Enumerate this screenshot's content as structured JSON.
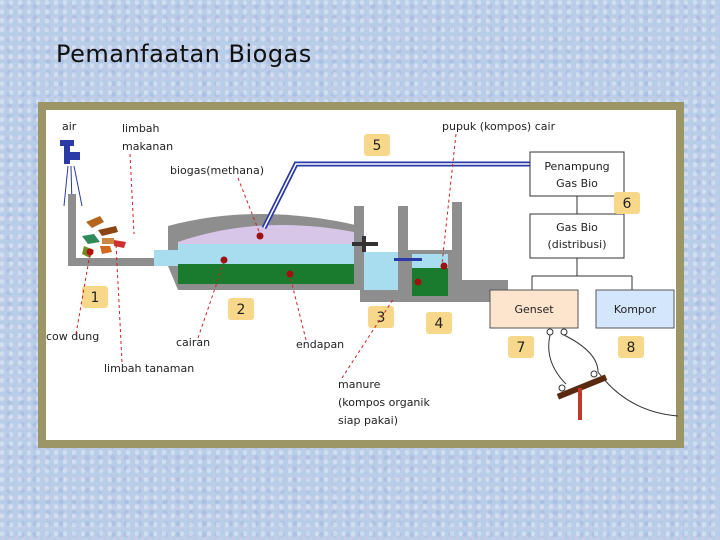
{
  "title": "Pemanfaatan Biogas",
  "labels": {
    "air": "air",
    "limbah_makanan_1": "limbah",
    "limbah_makanan_2": "makanan",
    "biogas": "biogas(methana)",
    "pupuk": "pupuk (kompos) cair",
    "penampung_1": "Penampung",
    "penampung_2": "Gas Bio",
    "gasbio_1": "Gas Bio",
    "gasbio_2": "(distribusi)",
    "genset": "Genset",
    "kompor": "Kompor",
    "cow_dung": "cow dung",
    "cairan": "cairan",
    "endapan": "endapan",
    "limbah_tanaman": "limbah tanaman",
    "manure_1": "manure",
    "manure_2": "(kompos organik",
    "manure_3": "siap pakai)"
  },
  "numbers": [
    "1",
    "2",
    "3",
    "4",
    "5",
    "6",
    "7",
    "8"
  ],
  "colors": {
    "frame": "#9c9565",
    "panel": "#ffffff",
    "wall": "#8e8e8e",
    "gas_dome": "#d8c6e8",
    "liquid": "#a8dcef",
    "sludge": "#1a7a2e",
    "pipe": "#2a3aa6",
    "badge": "#f7d88a",
    "genset": "#fde4cc",
    "kompor": "#d4e6fb"
  }
}
